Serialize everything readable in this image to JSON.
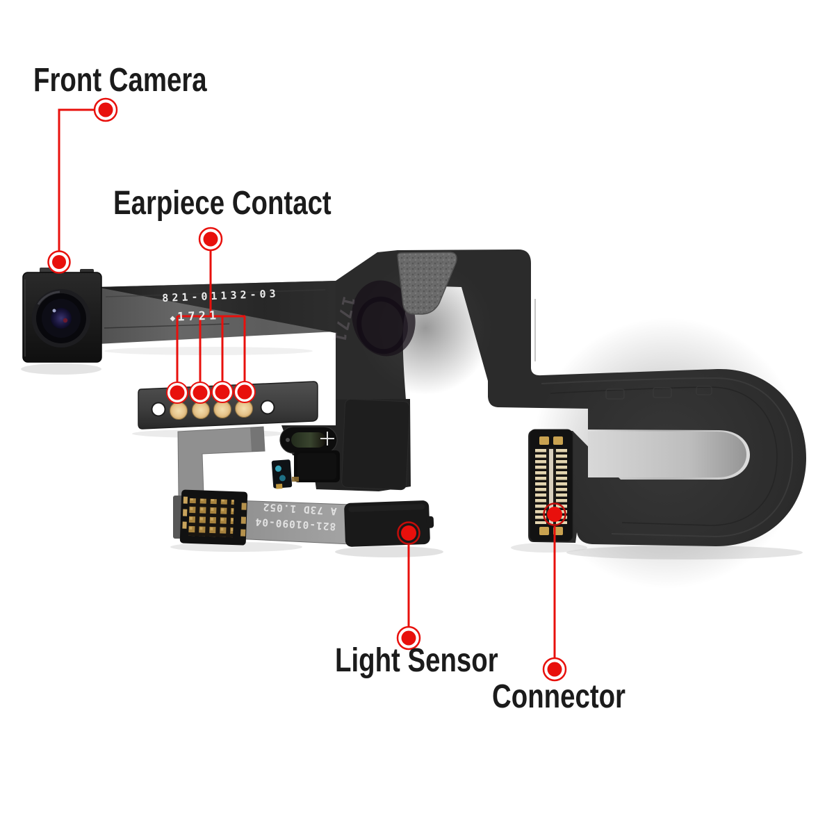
{
  "annotations": {
    "front_camera": {
      "label": "Front Camera"
    },
    "earpiece_contact": {
      "label": "Earpiece Contact"
    },
    "light_sensor": {
      "label": "Light Sensor"
    },
    "connector": {
      "label": "Connector"
    }
  },
  "flex_markings": {
    "camera_flex_part_number": "821-01132-03",
    "camera_flex_date_symbol": "◆",
    "camera_flex_date_code": "1721",
    "sensor_flex_part_number": "821-01090-04",
    "sensor_flex_rev_code": "A 73D 1.052",
    "fold_stamp_code": "1771"
  },
  "colors": {
    "annotation_red": "#e8100c",
    "label_text": "#1b1b1b",
    "background": "#ffffff",
    "flex_black": "#2b2b2b",
    "gold_pad": "#eac992"
  }
}
